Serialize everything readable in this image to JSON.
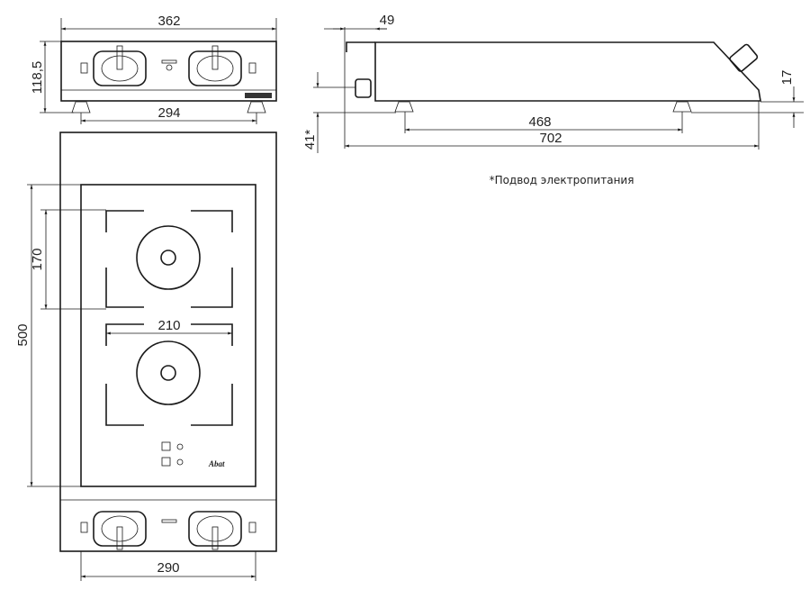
{
  "dimensions": {
    "front_width": "362",
    "front_height": "118,5",
    "front_feet_spacing": "294",
    "side_back_offset": "49",
    "side_cable_height": "41*",
    "side_front_step": "17",
    "side_feet_spacing": "468",
    "side_depth": "702",
    "plan_depth": "500",
    "plan_zone_depth": "170",
    "plan_zone_width": "210",
    "plan_panel_width": "290"
  },
  "note": "*Подвод электропитания",
  "brand": "Abat"
}
